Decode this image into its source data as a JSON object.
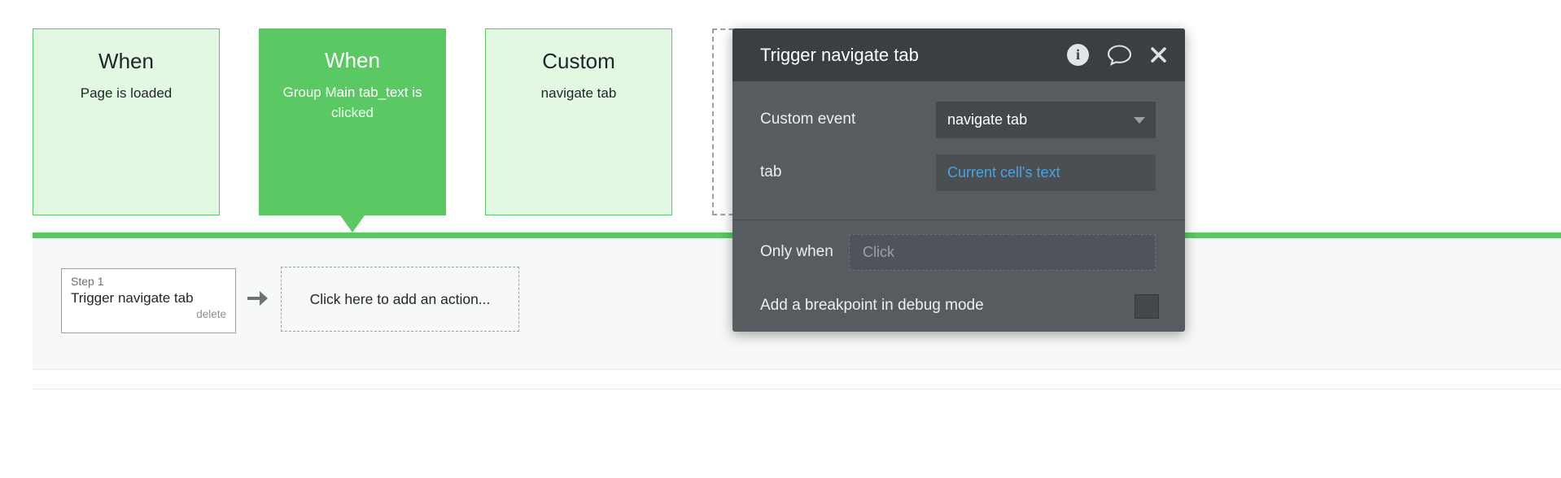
{
  "events": [
    {
      "title": "When",
      "subtitle": "Page is loaded"
    },
    {
      "title": "When",
      "subtitle": "Group Main tab_text is clicked"
    },
    {
      "title": "Custom",
      "subtitle": "navigate tab"
    },
    {
      "title": "",
      "subtitle": ""
    }
  ],
  "popup": {
    "title": "Trigger navigate tab",
    "custom_event_label": "Custom event",
    "custom_event_value": "navigate tab",
    "tab_label": "tab",
    "tab_value": "Current cell's text",
    "only_when_label": "Only when",
    "only_when_placeholder": "Click",
    "breakpoint_label": "Add a breakpoint in debug mode",
    "icons": [
      "info-icon",
      "comment-icon",
      "close-icon"
    ]
  },
  "action_strip": {
    "step1": {
      "label": "Step 1",
      "title": "Trigger navigate tab",
      "delete": "delete"
    },
    "add_action": "Click here to add an action...",
    "icons": [
      "arrow-right-icon"
    ]
  },
  "colors": {
    "green": "#5bc963",
    "light_green": "#e3f8e3",
    "popup_header": "#3a3f44",
    "popup_body": "#575c61",
    "control_bg": "#43484d",
    "link_blue": "#4aa3e0"
  }
}
